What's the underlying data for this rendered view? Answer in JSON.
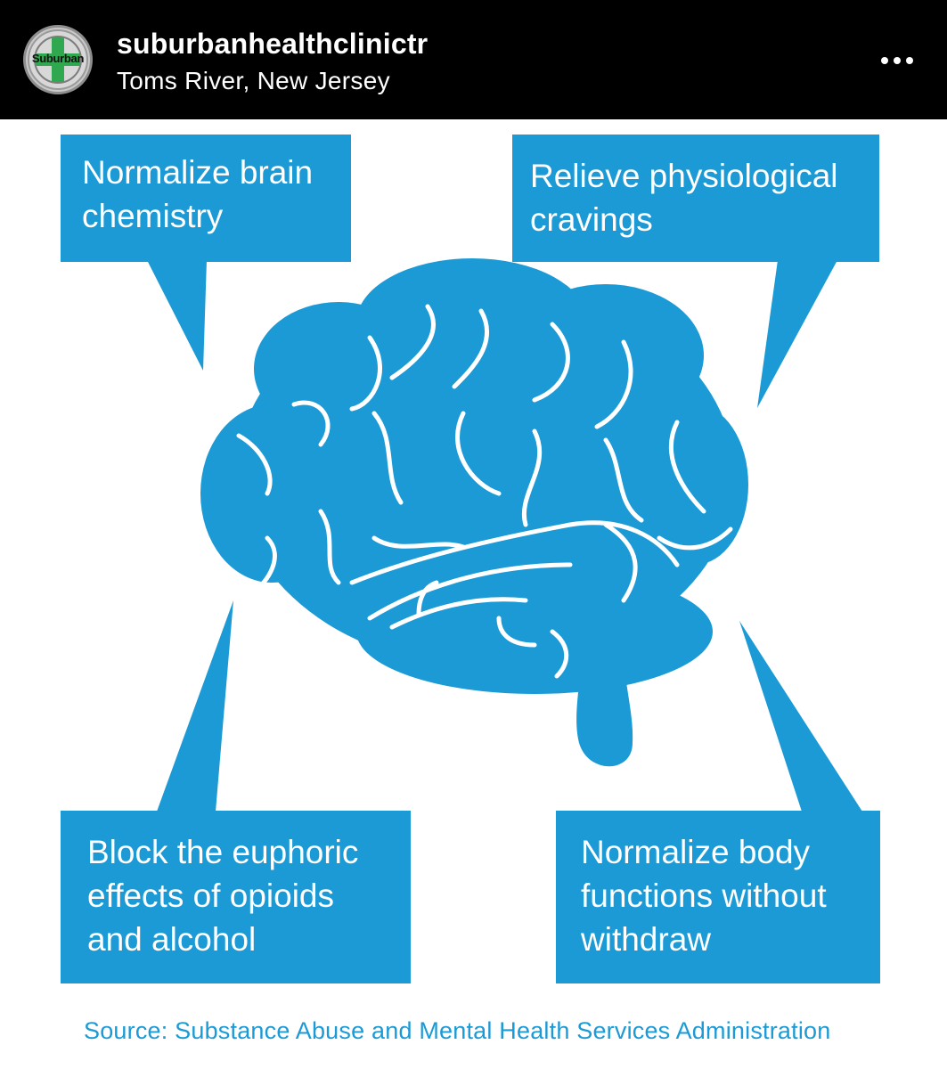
{
  "post": {
    "username": "suburbanhealthclinictr",
    "location": "Toms River, New Jersey",
    "avatar_text": "Suburban",
    "more_icon": "three-dots-horizontal-icon"
  },
  "infographic": {
    "boxes": [
      "Normalize brain chemistry",
      "Relieve physiological cravings",
      "Block the euphoric effects of opioids and alcohol",
      "Normalize body functions without withdraw"
    ],
    "source": "Source: Substance Abuse and Mental Health Services Administration",
    "colors": {
      "accent": "#1b9ad6",
      "header": "#000000",
      "background": "#ffffff"
    }
  }
}
